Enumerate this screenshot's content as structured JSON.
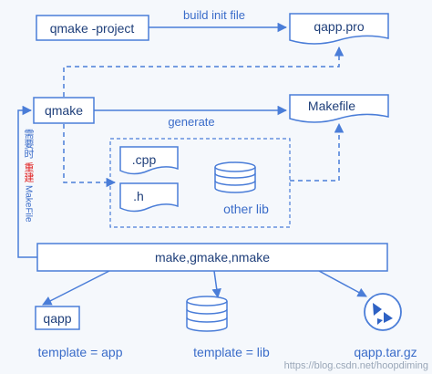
{
  "nodes": {
    "qmake_project": "qmake -project",
    "qapp_pro": "qapp.pro",
    "qmake": "qmake",
    "makefile": "Makefile",
    "cpp": ".cpp",
    "h": ".h",
    "other_lib": "other lib",
    "make": "make,gmake,nmake",
    "qapp": "qapp"
  },
  "edge_labels": {
    "build_init_file": "build init file",
    "generate": "generate",
    "rebuild_prefix": "需要时",
    "rebuild_red": "重建",
    "rebuild_suffix": "MakeFile"
  },
  "outputs": {
    "template_app": "template = app",
    "template_lib": "template = lib",
    "qapp_tar": "qapp.tar.gz"
  },
  "watermark": "https://blog.csdn.net/hoopdiming",
  "colors": {
    "line": "#4a7dd8",
    "text": "#3a6cc9",
    "rebuild_red": "#e02020",
    "background": "#f5f8fc"
  }
}
